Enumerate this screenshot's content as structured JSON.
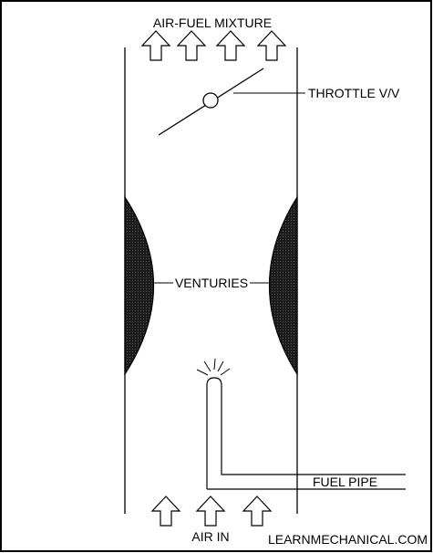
{
  "labels": {
    "top": "AIR-FUEL MIXTURE",
    "throttle": "THROTTLE V/V",
    "venturies": "VENTURIES",
    "fuel_pipe": "FUEL PIPE",
    "air_in": "AIR IN",
    "watermark": "LEARNMECHANICAL.COM"
  },
  "counts": {
    "outlet_arrows": 4,
    "inlet_arrows": 3
  },
  "colors": {
    "line": "#000000",
    "venturi_fill": "#000000",
    "background": "#ffffff"
  }
}
